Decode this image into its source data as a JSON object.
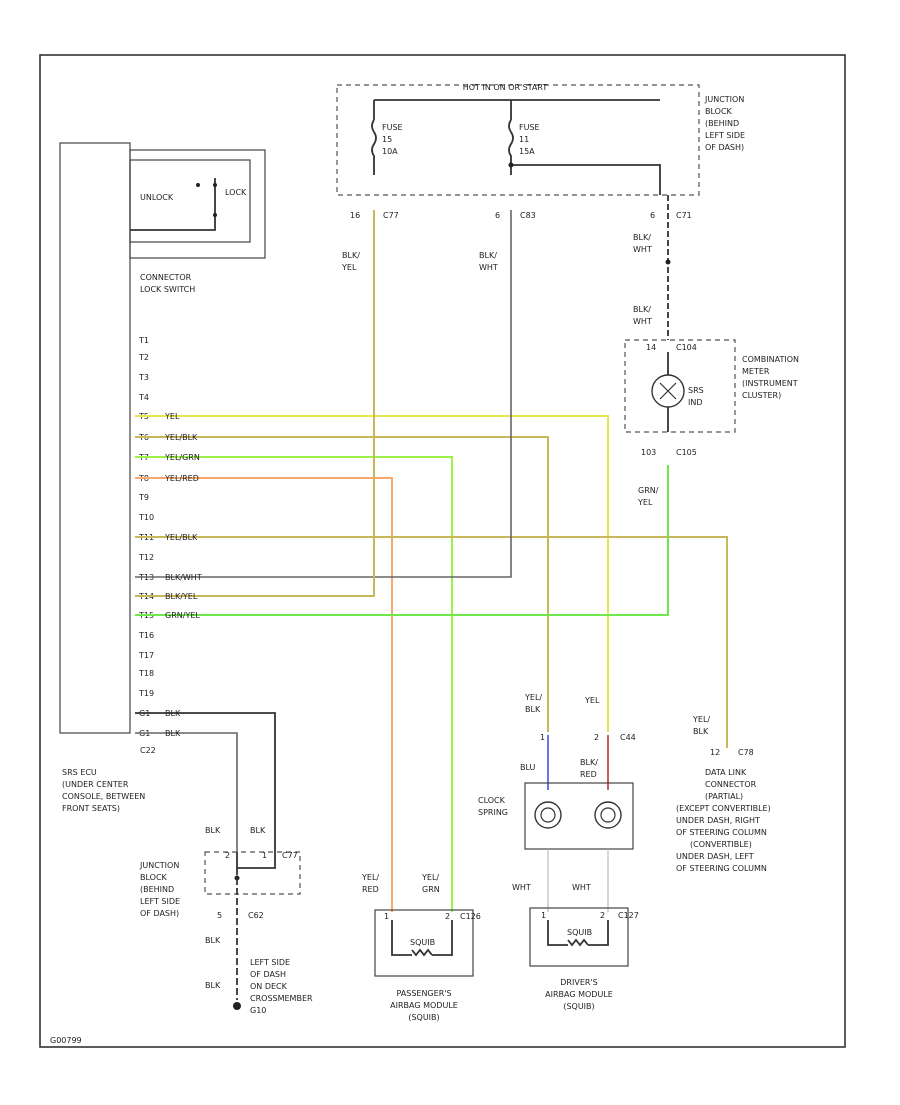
{
  "junction_block_top": {
    "header": "HOT IN ON OR START",
    "fuse_a": [
      "FUSE",
      "15",
      "10A"
    ],
    "fuse_b": [
      "FUSE",
      "11",
      "15A"
    ],
    "location": [
      "JUNCTION",
      "BLOCK",
      "(BEHIND",
      "LEFT SIDE",
      "OF DASH)"
    ]
  },
  "pins_top": {
    "p16": "16",
    "c77": "C77",
    "p6a": "6",
    "c83": "C83",
    "p6b": "6",
    "c71": "C71"
  },
  "wire_labels": {
    "blk_yel": [
      "BLK/",
      "YEL"
    ],
    "blk_wht": [
      "BLK/",
      "WHT"
    ],
    "blk_wht_upper": [
      "BLK/",
      "WHT"
    ],
    "blk_wht_lower": [
      "BLK/",
      "WHT"
    ],
    "grn_yel": [
      "GRN/",
      "YEL"
    ]
  },
  "lock_switch": {
    "unlock": "UNLOCK",
    "lock": "LOCK",
    "caption": [
      "CONNECTOR",
      "LOCK SWITCH"
    ]
  },
  "combination_meter": {
    "pin_top": "14",
    "conn": "C104",
    "lamp": [
      "SRS",
      "IND"
    ],
    "pin_bottom": "103",
    "wire": "C105",
    "caption": [
      "COMBINATION",
      "METER",
      "(INSTRUMENT",
      "CLUSTER)"
    ]
  },
  "srs_ecu": {
    "pins": [
      "T1",
      "T2",
      "T3",
      "T4",
      "T5",
      "T6",
      "T7",
      "T8",
      "T9",
      "T10",
      "T11",
      "T12",
      "T13",
      "T14",
      "T15",
      "T16",
      "T17",
      "T18",
      "T19",
      "G1",
      "G1"
    ],
    "wire_tags": {
      "T5": "YEL",
      "T6": "YEL/BLK",
      "T7": "YEL/GRN",
      "T8": "YEL/RED",
      "T11": "YEL/BLK",
      "T13": "BLK/WHT",
      "T14": "BLK/YEL",
      "T15": "GRN/YEL",
      "G1a": "BLK",
      "G1b": "BLK"
    },
    "conn": "C22",
    "caption": [
      "SRS ECU",
      "(UNDER CENTER",
      "CONSOLE, BETWEEN",
      "FRONT SEATS)"
    ]
  },
  "junction_block_bottom": {
    "left_wire": "BLK",
    "right_wire": "BLK",
    "pin_a": "2",
    "pin_b": "1",
    "conn_top": "C77",
    "pin_c": "5",
    "conn_bottom": "C62",
    "caption": [
      "JUNCTION",
      "BLOCK",
      "(BEHIND",
      "LEFT SIDE",
      "OF DASH)"
    ],
    "wire_down_a": "BLK",
    "wire_down_b": "BLK"
  },
  "ground": {
    "caption": [
      "LEFT SIDE",
      "OF DASH",
      "ON DECK",
      "CROSSMEMBER",
      "G10"
    ]
  },
  "passenger_airbag": {
    "wire_left": [
      "YEL/",
      "RED"
    ],
    "wire_right": [
      "YEL/",
      "GRN"
    ],
    "pin_a": "1",
    "pin_b": "2",
    "conn": "C126",
    "squib": "SQUIB",
    "caption": [
      "PASSENGER'S",
      "AIRBAG MODULE",
      "(SQUIB)"
    ]
  },
  "clock_spring": {
    "wire_a": [
      "YEL/",
      "BLK"
    ],
    "wire_b": "YEL",
    "pin_a": "1",
    "pin_b": "2",
    "conn": "C44",
    "wire_c": "BLU",
    "wire_d": [
      "BLK/",
      "RED"
    ],
    "caption": [
      "CLOCK",
      "SPRING"
    ],
    "wht_a": "WHT",
    "wht_b": "WHT"
  },
  "driver_airbag": {
    "pin_a": "1",
    "pin_b": "2",
    "conn": "C127",
    "squib": "SQUIB",
    "caption": [
      "DRIVER'S",
      "AIRBAG MODULE",
      "(SQUIB)"
    ]
  },
  "data_link": {
    "wire": [
      "YEL/",
      "BLK"
    ],
    "pin": "12",
    "conn": "C78",
    "caption": [
      "DATA LINK",
      "CONNECTOR",
      "(PARTIAL)",
      "(EXCEPT CONVERTIBLE)",
      "UNDER DASH, RIGHT",
      "OF STEERING COLUMN",
      "(CONVERTIBLE)",
      "UNDER DASH, LEFT",
      "OF STEERING COLUMN"
    ]
  },
  "figure_id": "G00799"
}
